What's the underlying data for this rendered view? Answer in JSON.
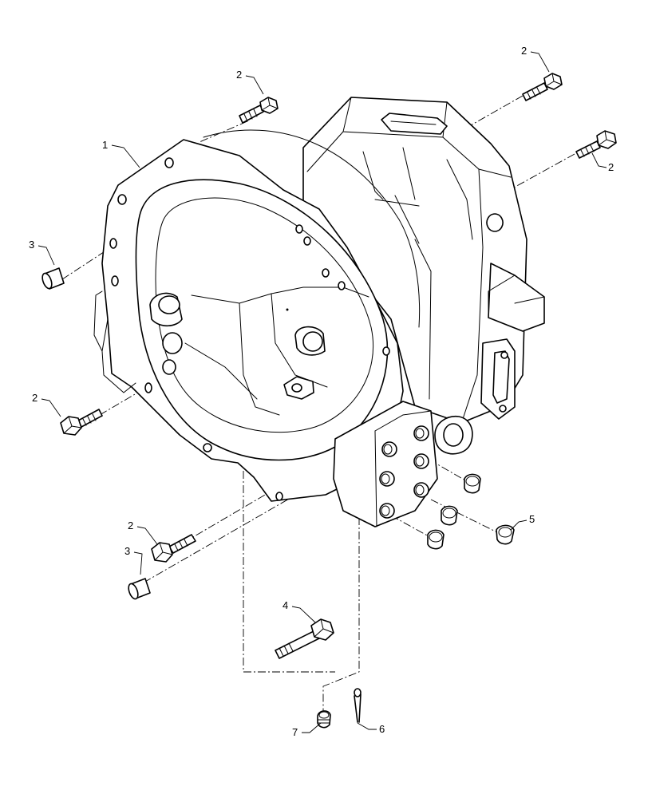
{
  "diagram": {
    "callouts": [
      {
        "id": "c-1",
        "text": "1"
      },
      {
        "id": "c-2a",
        "text": "2"
      },
      {
        "id": "c-2b",
        "text": "2"
      },
      {
        "id": "c-2c",
        "text": "2"
      },
      {
        "id": "c-2d",
        "text": "2"
      },
      {
        "id": "c-2e",
        "text": "2"
      },
      {
        "id": "c-3a",
        "text": "3"
      },
      {
        "id": "c-3b",
        "text": "3"
      },
      {
        "id": "c-4",
        "text": "4"
      },
      {
        "id": "c-5",
        "text": "5"
      },
      {
        "id": "c-6",
        "text": "6"
      },
      {
        "id": "c-7",
        "text": "7"
      }
    ]
  }
}
